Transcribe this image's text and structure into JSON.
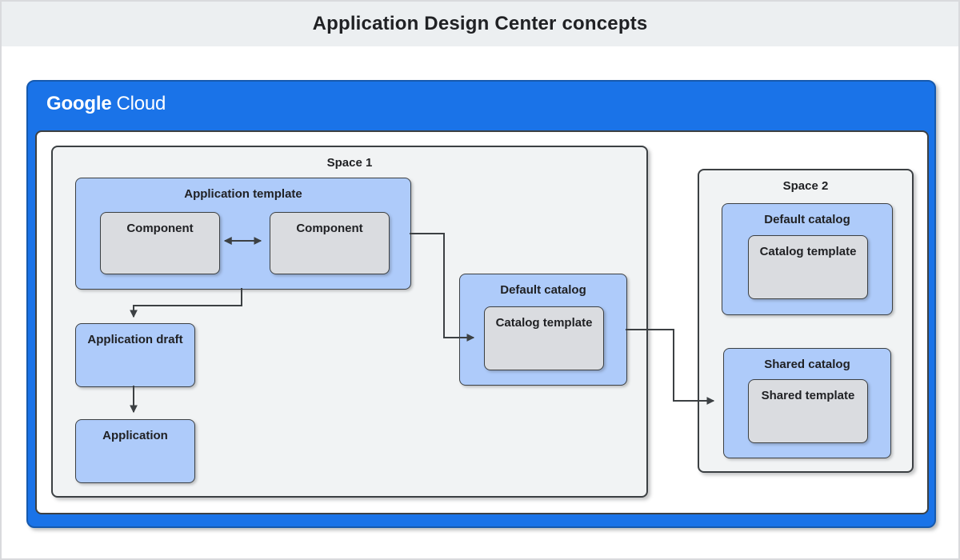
{
  "page": {
    "title": "Application Design Center concepts"
  },
  "header": {
    "brand_primary": "Google",
    "brand_secondary": "Cloud"
  },
  "colors": {
    "brand_blue": "#1a73e8",
    "node_blue": "#aecbfa",
    "node_gray": "#dadce0",
    "space_gray": "#f1f3f4",
    "titlebar_gray": "#eceff1",
    "border_dark": "#3c4043",
    "text_dark": "#202124"
  },
  "nodes": {
    "space1": "Space 1",
    "space2": "Space 2",
    "app_template": "Application template",
    "component_left": "Component",
    "component_right": "Component",
    "app_draft": "Application draft",
    "application": "Application",
    "default_catalog_space1": "Default catalog",
    "catalog_template_space1": "Catalog template",
    "default_catalog_space2": "Default catalog",
    "catalog_template_space2": "Catalog template",
    "shared_catalog": "Shared catalog",
    "shared_template": "Shared template"
  },
  "connectors": [
    {
      "from": "component_left",
      "to": "component_right",
      "type": "bidirectional-arrow"
    },
    {
      "from": "app_template",
      "to": "app_draft",
      "type": "arrow"
    },
    {
      "from": "app_draft",
      "to": "application",
      "type": "arrow"
    },
    {
      "from": "app_template",
      "to": "catalog_template_space1",
      "type": "arrow"
    },
    {
      "from": "default_catalog_space1",
      "to": "shared_catalog",
      "type": "arrow"
    }
  ]
}
